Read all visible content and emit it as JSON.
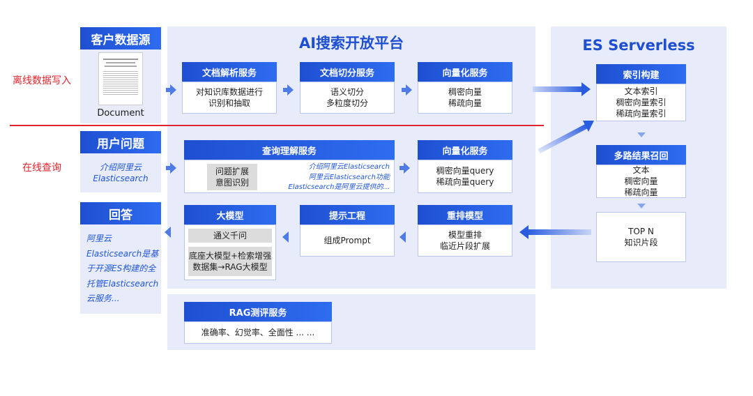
{
  "left": {
    "customer_source": "客户数据源",
    "document_label": "Document",
    "user_question": "用户问题",
    "question_text": [
      "介绍阿里云",
      "Elasticsearch"
    ],
    "answer": "回答",
    "answer_text": [
      "阿里云",
      "Elasticsearch是基",
      "于开源ES构建的全",
      "托管Elasticsearch",
      "云服务..."
    ]
  },
  "labels": {
    "offline": "离线数据写入",
    "online": "在线查询"
  },
  "platform": {
    "title": "AI搜索开放平台",
    "doc_parse": {
      "title": "文档解析服务",
      "lines": [
        "对知识库数据进行",
        "识别和抽取"
      ]
    },
    "doc_split": {
      "title": "文档切分服务",
      "lines": [
        "语义切分",
        "多粒度切分"
      ]
    },
    "vector1": {
      "title": "向量化服务",
      "lines": [
        "稠密向量",
        "稀疏向量"
      ]
    },
    "query_understand": {
      "title": "查询理解服务",
      "gray": [
        "问题扩展",
        "意图识别"
      ],
      "italic": [
        "介绍阿里云Elasticsearch",
        "阿里云Elasticsearch功能",
        "Elasticsearch是阿里云提供的..."
      ]
    },
    "vector2": {
      "title": "向量化服务",
      "lines": [
        "稠密向量query",
        "稀疏向量query"
      ]
    },
    "llm": {
      "title": "大模型",
      "gray1": "通义千问",
      "gray2": [
        "底座大模型+检索增强",
        "数据集→RAG大模型"
      ]
    },
    "prompt": {
      "title": "提示工程",
      "lines": [
        "组成Prompt"
      ]
    },
    "rerank": {
      "title": "重排模型",
      "lines": [
        "模型重排",
        "临近片段扩展"
      ]
    },
    "rag_eval": {
      "title": "RAG测评服务",
      "lines": [
        "准确率、幻觉率、全面性 ... ..."
      ]
    }
  },
  "es": {
    "title": "ES Serverless",
    "index": {
      "title": "索引构建",
      "lines": [
        "文本索引",
        "稠密向量索引",
        "稀疏向量索引"
      ]
    },
    "recall": {
      "title": "多路结果召回",
      "lines": [
        "文本",
        "稠密向量",
        "稀疏向量"
      ]
    },
    "topn": {
      "lines": [
        "TOP N",
        "知识片段"
      ]
    }
  },
  "colors": {
    "header_blue": "#1f4fd1",
    "panel_bg": "#e8ecfa",
    "divider_red": "#e0242b"
  }
}
